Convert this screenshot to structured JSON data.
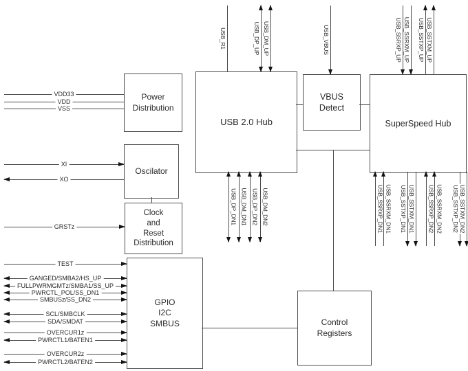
{
  "figure": {
    "type": "functional-block-diagram"
  },
  "colors": {
    "background": "#ffffff",
    "line": "#4a4a4a",
    "arrow": "#141414",
    "text": "#2b2b2b"
  },
  "blocks": {
    "power": "Power\nDistribution",
    "oscilator": "Oscilator",
    "clock_reset": "Clock\nand\nReset\nDistribution",
    "gpio": "GPIO\nI2C\nSMBUS",
    "usb2": "USB 2.0 Hub",
    "vbus": "VBUS\nDetect",
    "sshub": "SuperSpeed Hub",
    "control": "Control\nRegisters"
  },
  "pins": {
    "usb2_top": [
      "USB_R1",
      "USB_DP_UP",
      "USB_DM_UP"
    ],
    "vbus_top": [
      "USB_VBUS"
    ],
    "ss_top": [
      "USB_SSRXP_UP",
      "USB_SSRXM_UP",
      "USB_SSTXP_UP",
      "USB_SSTXM_UP"
    ],
    "usb2_bottom": [
      "USB_DP_DN1",
      "USB_DM_DN1",
      "USB_DP_DN2",
      "USB_DM_DN2"
    ],
    "ss_bottom": [
      "USB_SSRXP_DN1",
      "USB_SSRXM_DN1",
      "USB_SSTXP_DN1",
      "USB_SSTXM_DN1",
      "USB_SSRXP_DN2",
      "USB_SSRXM_DN2",
      "USB_SSTXP_DN2",
      "USB_SSTXM_DN2"
    ]
  },
  "left_signals": {
    "power": [
      "VDD33",
      "VDD",
      "VSS"
    ],
    "osc": [
      "XI",
      "XO"
    ],
    "reset": [
      "GRSTz"
    ],
    "gpio": [
      "TEST",
      "GANGED/SMBA2/HS_UP",
      "FULLPWRMGMTz/SMBA1/SS_UP",
      "PWRCTL_POL/SS_DN1",
      "SMBUSz/SS_DN2",
      "SCL/SMBCLK",
      "SDA/SMDAT",
      "OVERCUR1z",
      "PWRCTL1/BATEN1",
      "OVERCUR2z",
      "PWRCTL2/BATEN2"
    ]
  }
}
